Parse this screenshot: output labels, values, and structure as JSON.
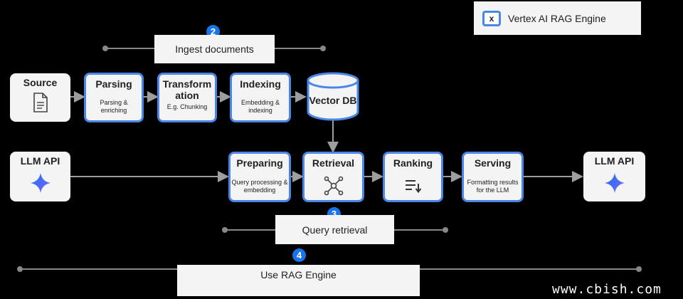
{
  "legend": {
    "marker": "x",
    "label": "Vertex AI RAG Engine"
  },
  "steps": {
    "ingest": {
      "number": "2",
      "label": "Ingest documents"
    },
    "query": {
      "number": "3",
      "label": "Query retrieval"
    },
    "use": {
      "number": "4",
      "label": "Use RAG Engine"
    }
  },
  "ingest_nodes": {
    "source": {
      "title": "Source",
      "icon": "document-icon"
    },
    "parsing": {
      "title": "Parsing",
      "sub": "Parsing & enriching"
    },
    "transformation": {
      "title": "Transform ation",
      "sub": "E.g. Chunking"
    },
    "indexing": {
      "title": "Indexing",
      "sub": "Embedding & indexing"
    },
    "vectordb": {
      "title": "Vector DB",
      "icon": "database-icon"
    }
  },
  "query_nodes": {
    "llm_in": {
      "title": "LLM API",
      "icon": "gemini-sparkle-icon"
    },
    "preparing": {
      "title": "Preparing",
      "sub": "Query processing & embedding"
    },
    "retrieval": {
      "title": "Retrieval",
      "icon": "network-icon"
    },
    "ranking": {
      "title": "Ranking",
      "icon": "sort-icon"
    },
    "serving": {
      "title": "Serving",
      "sub": "Formatting results for the LLM"
    },
    "llm_out": {
      "title": "LLM API",
      "icon": "gemini-sparkle-icon"
    }
  },
  "colors": {
    "accent_border": "#4a86e8",
    "badge": "#1a73e8",
    "box": "#f4f4f4",
    "line": "#888888"
  },
  "watermark": "www.cbish.com"
}
